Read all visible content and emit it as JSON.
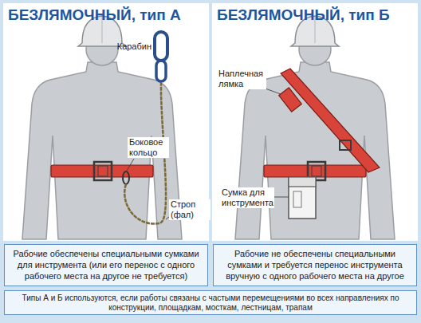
{
  "diagram": {
    "nodes": [
      {
        "text": [
          "Рабочие обеспечены специальными сумками для инструмента (или его перенос с одного рабочего места на другое не требуется)"
        ]
      },
      {
        "text": [
          "Рабочие не обеспечены специальными сумками и требуется перенос инструмента вручную с одного рабочего места на другое"
        ]
      },
      {
        "text": [
          "Типы А и Б используются, если работы связаны с частыми перемещениями во всех направлениях по конструкции, площадкам, мосткам, лестницам, трапам"
        ]
      }
    ],
    "edges": [],
    "labels": [
      "БЕЗЛЯМОЧНЫЙ, тип А",
      "БЕЗЛЯМОЧНЫЙ, тип Б",
      "Карабин",
      "Боковое кольцо",
      "Строп (фал)",
      "Наплечная лямка",
      "Сумка для инструмента"
    ]
  }
}
